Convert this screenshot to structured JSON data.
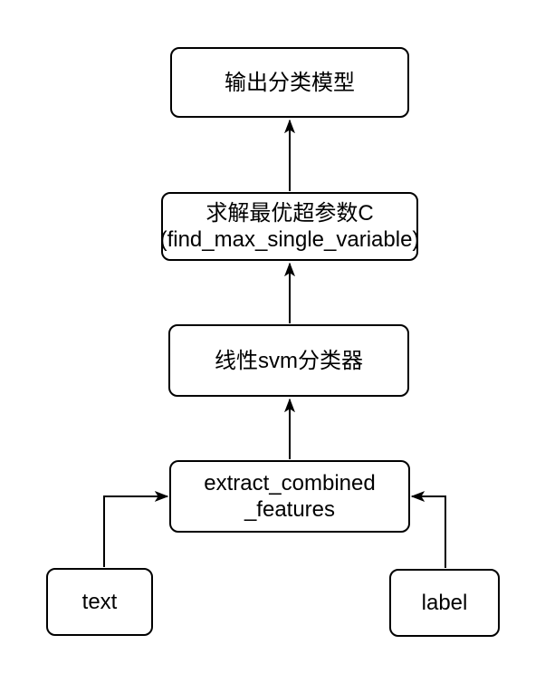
{
  "diagram": {
    "type": "flowchart",
    "background_color": "#ffffff",
    "stroke_color": "#000000",
    "node_fill_color": "#ffffff",
    "nodes": {
      "output": {
        "label": "输出分类模型"
      },
      "hyperparam": {
        "line1": "求解最优超参数C",
        "line2": "(find_max_single_variable)"
      },
      "svm": {
        "label": "线性svm分类器"
      },
      "extract": {
        "line1": "extract_combined",
        "line2": "_features"
      },
      "text": {
        "label": "text"
      },
      "label": {
        "label": "label"
      }
    },
    "edges": [
      {
        "from": "text",
        "to": "extract_combined_features"
      },
      {
        "from": "label",
        "to": "extract_combined_features"
      },
      {
        "from": "extract_combined_features",
        "to": "线性svm分类器"
      },
      {
        "from": "线性svm分类器",
        "to": "求解最优超参数C"
      },
      {
        "from": "求解最优超参数C",
        "to": "输出分类模型"
      }
    ]
  }
}
